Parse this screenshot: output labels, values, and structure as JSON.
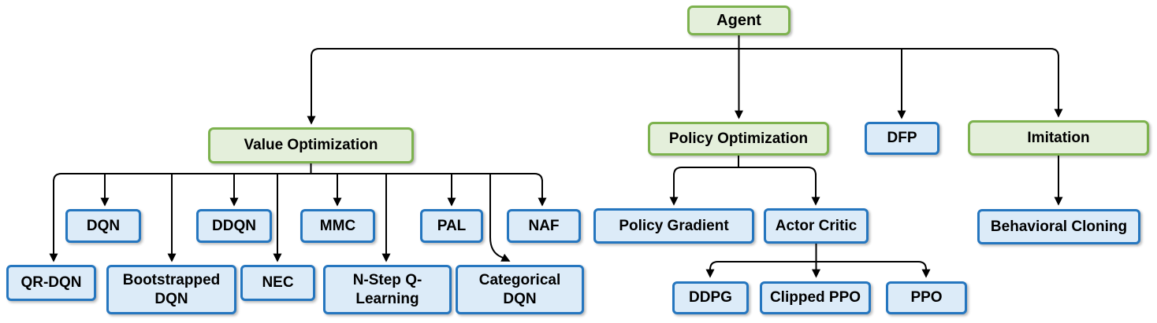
{
  "colors": {
    "category_fill": "#e4efdb",
    "category_border": "#7db24e",
    "algorithm_fill": "#dcebf8",
    "algorithm_border": "#2576bf",
    "connector": "#000000"
  },
  "nodes": {
    "agent": {
      "label": "Agent"
    },
    "value_optimization": {
      "label": "Value Optimization"
    },
    "policy_optimization": {
      "label": "Policy Optimization"
    },
    "dfp": {
      "label": "DFP"
    },
    "imitation": {
      "label": "Imitation"
    },
    "dqn": {
      "label": "DQN"
    },
    "ddqn": {
      "label": "DDQN"
    },
    "mmc": {
      "label": "MMC"
    },
    "pal": {
      "label": "PAL"
    },
    "naf": {
      "label": "NAF"
    },
    "qr_dqn": {
      "label": "QR-DQN"
    },
    "bootstrapped_dqn": {
      "label": "Bootstrapped DQN"
    },
    "nec": {
      "label": "NEC"
    },
    "n_step_q_learning": {
      "label": "N-Step Q-Learning"
    },
    "categorical_dqn": {
      "label": "Categorical DQN"
    },
    "policy_gradient": {
      "label": "Policy Gradient"
    },
    "actor_critic": {
      "label": "Actor Critic"
    },
    "ddpg": {
      "label": "DDPG"
    },
    "clipped_ppo": {
      "label": "Clipped PPO"
    },
    "ppo": {
      "label": "PPO"
    },
    "behavioral_cloning": {
      "label": "Behavioral Cloning"
    }
  },
  "hierarchy": {
    "Agent": [
      "Value Optimization",
      "Policy Optimization",
      "DFP",
      "Imitation"
    ],
    "Value Optimization": [
      "DQN",
      "DDQN",
      "MMC",
      "PAL",
      "NAF",
      "QR-DQN",
      "Bootstrapped DQN",
      "NEC",
      "N-Step Q-Learning",
      "Categorical DQN"
    ],
    "Policy Optimization": [
      "Policy Gradient",
      "Actor Critic"
    ],
    "Actor Critic": [
      "DDPG",
      "Clipped PPO",
      "PPO"
    ],
    "Imitation": [
      "Behavioral Cloning"
    ]
  }
}
